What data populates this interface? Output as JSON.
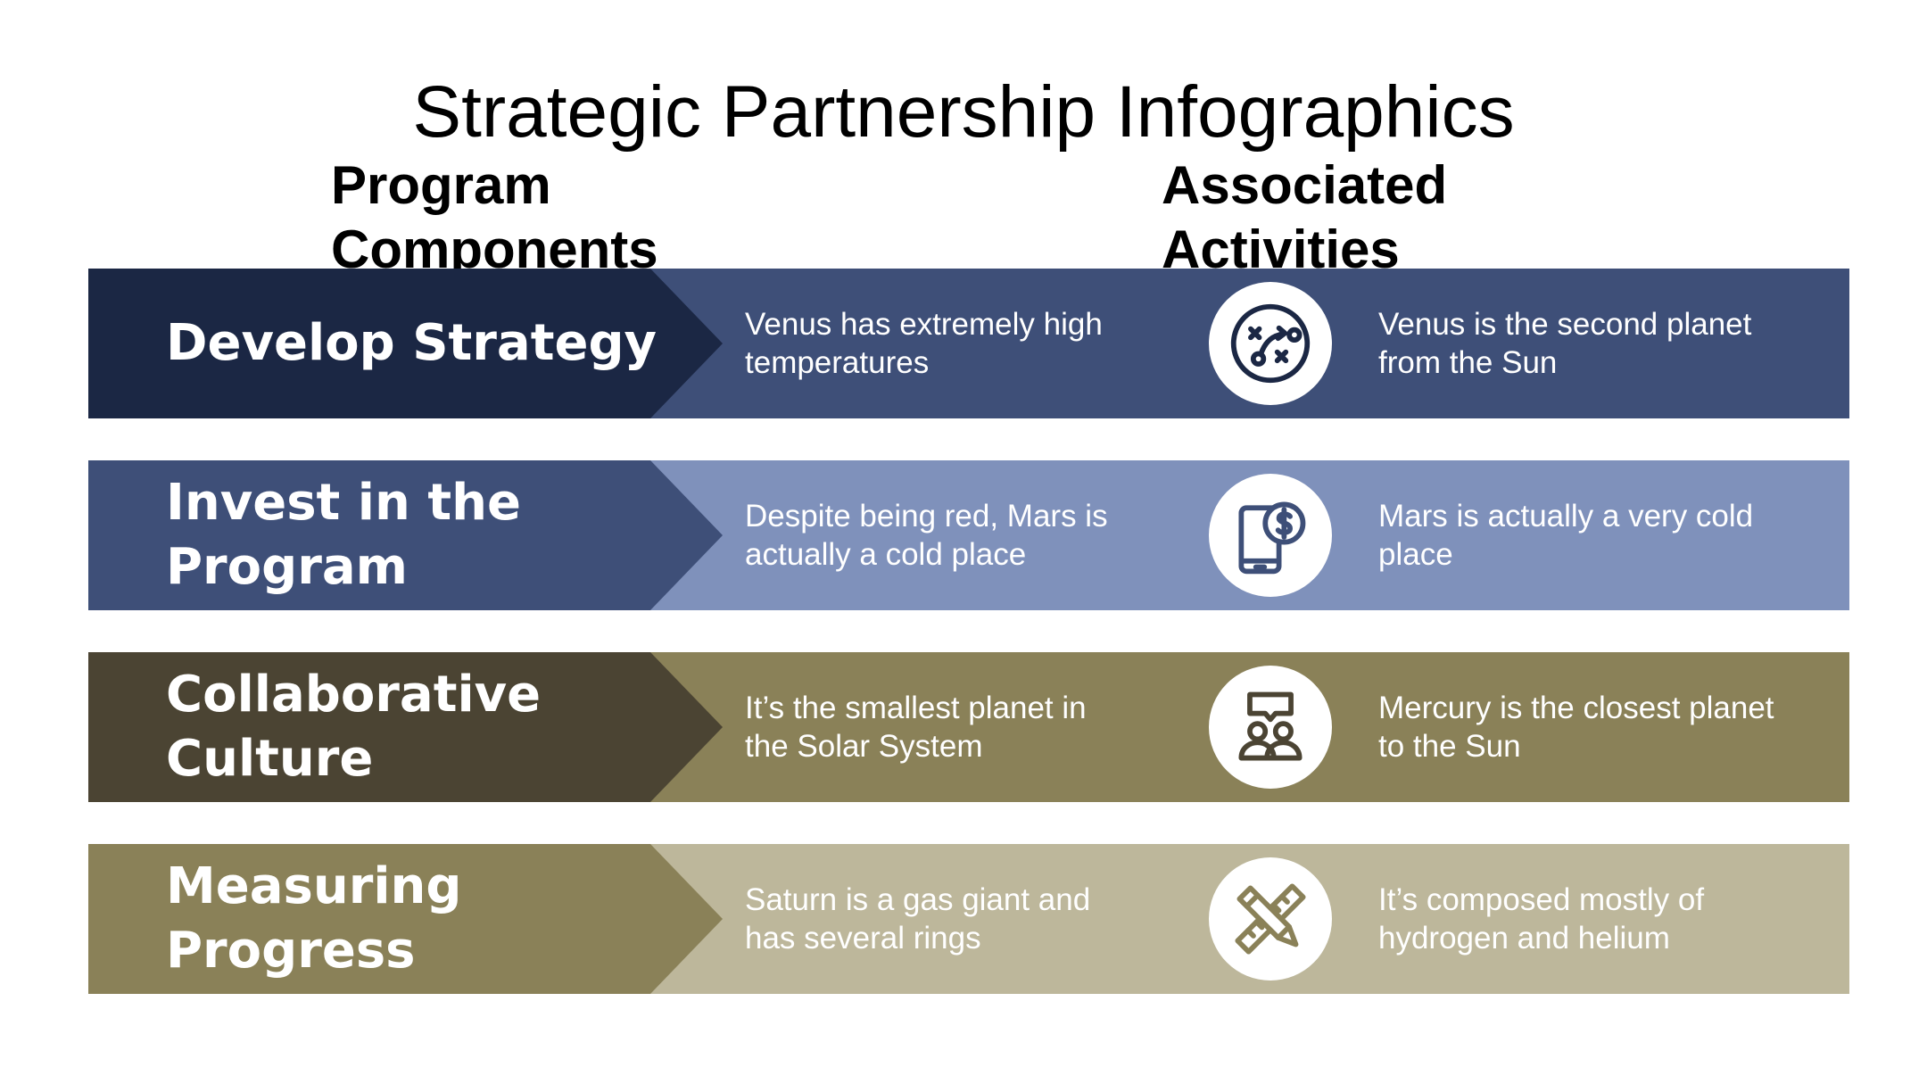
{
  "title": "Strategic Partnership Infographics",
  "headers": {
    "left": "Program Components",
    "right": "Associated Activities"
  },
  "rows": [
    {
      "label": "Develop Strategy",
      "text1": "Venus has extremely high temperatures",
      "text2": "Venus is the second planet from the Sun",
      "icon": "strategy-icon",
      "dark": "#1b2744",
      "light": "#3e4f78",
      "icon_color": "#1b2744"
    },
    {
      "label": "Invest in the Program",
      "text1": "Despite being red, Mars is actually a cold place",
      "text2": "Mars is actually a very cold place",
      "icon": "mobile-payment-icon",
      "dark": "#3e4f78",
      "light": "#7f91bb",
      "icon_color": "#3e4f78"
    },
    {
      "label": "Collaborative Culture",
      "text1": "It’s the smallest planet in the Solar System",
      "text2": "Mercury is the closest planet to the Sun",
      "icon": "team-chat-icon",
      "dark": "#4b4433",
      "light": "#8a8158",
      "icon_color": "#4b4433"
    },
    {
      "label": "Measuring Progress",
      "text1": "Saturn is a gas giant and has several rings",
      "text2": "It’s composed mostly of hydrogen and helium",
      "icon": "ruler-pencil-icon",
      "dark": "#8a8158",
      "light": "#bdb79b",
      "icon_color": "#8a8158"
    }
  ]
}
